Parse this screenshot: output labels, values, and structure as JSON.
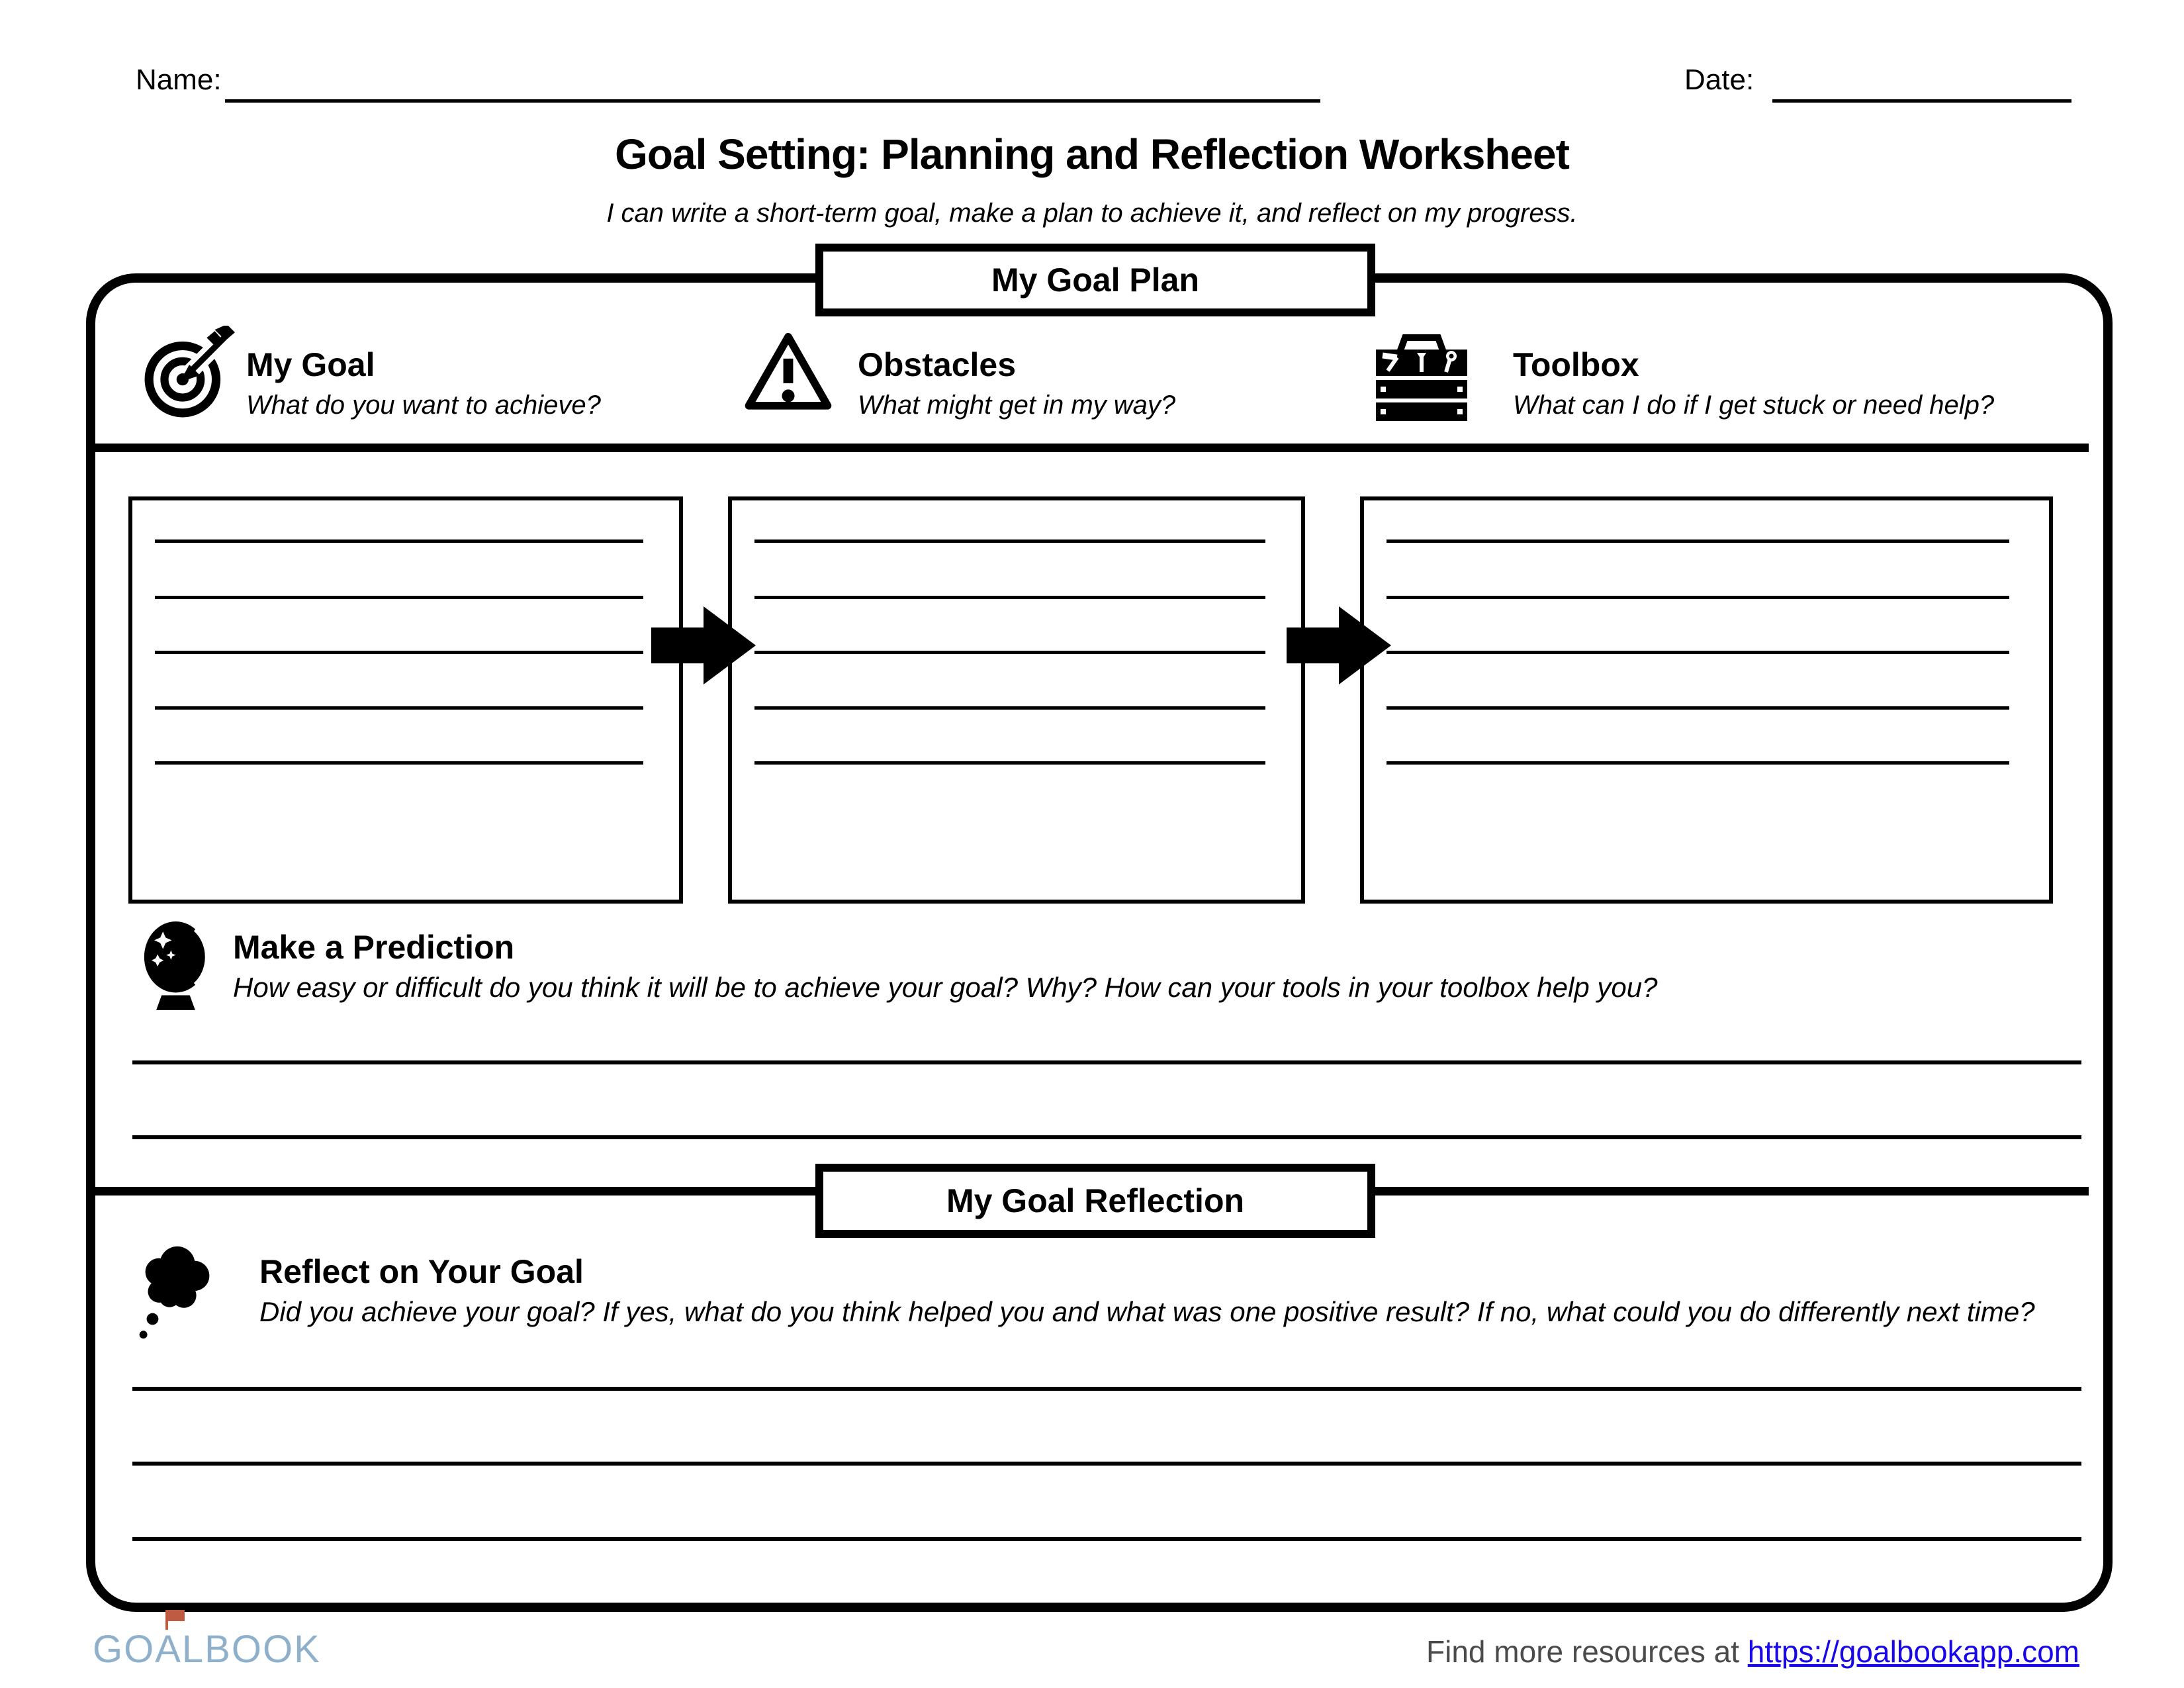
{
  "header": {
    "name_label": "Name:",
    "date_label": "Date:",
    "title": "Goal Setting: Planning and Reflection Worksheet",
    "subtitle": "I can write a short-term goal, make a plan to achieve it, and reflect on my progress."
  },
  "plan": {
    "section_title": "My Goal Plan",
    "columns": [
      {
        "icon": "target-icon",
        "title": "My Goal",
        "prompt": "What do you want to achieve?"
      },
      {
        "icon": "warning-triangle-icon",
        "title": "Obstacles",
        "prompt": "What might get in my way?"
      },
      {
        "icon": "toolbox-icon",
        "title": "Toolbox",
        "prompt": "What can I do if I get stuck or need help?"
      }
    ],
    "prediction": {
      "icon": "crystal-ball-icon",
      "title": "Make a Prediction",
      "prompt": "How easy or difficult do you think it will be to achieve your goal? Why? How can your tools in your toolbox help you?"
    }
  },
  "reflection": {
    "section_title": "My Goal Reflection",
    "reflect": {
      "icon": "thought-cloud-icon",
      "title": "Reflect on Your Goal",
      "prompt": "Did you achieve your goal? If yes, what do you think helped you and what was one positive result? If no, what could you do differently next time?"
    }
  },
  "footer": {
    "logo_prefix": "GO",
    "logo_a": "A",
    "logo_suffix": "LBOOK",
    "resources_text": "Find more resources at",
    "resources_link": "https://goalbookapp.com",
    "colors": {
      "logo": "#8fb0cb",
      "flag": "#c05b43",
      "link": "#1807e8",
      "resources_text": "#4b4b4b"
    }
  }
}
